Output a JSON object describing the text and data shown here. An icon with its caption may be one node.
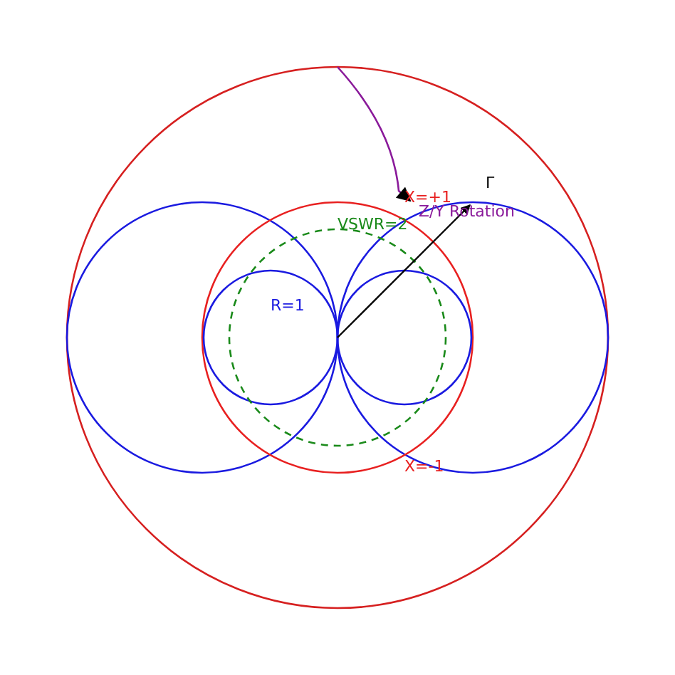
{
  "diagram": {
    "labels": [
      "Γ",
      "X=+1",
      "Z/Y Rotation",
      "VSWR=2",
      "R=1",
      "X=-1"
    ]
  }
}
